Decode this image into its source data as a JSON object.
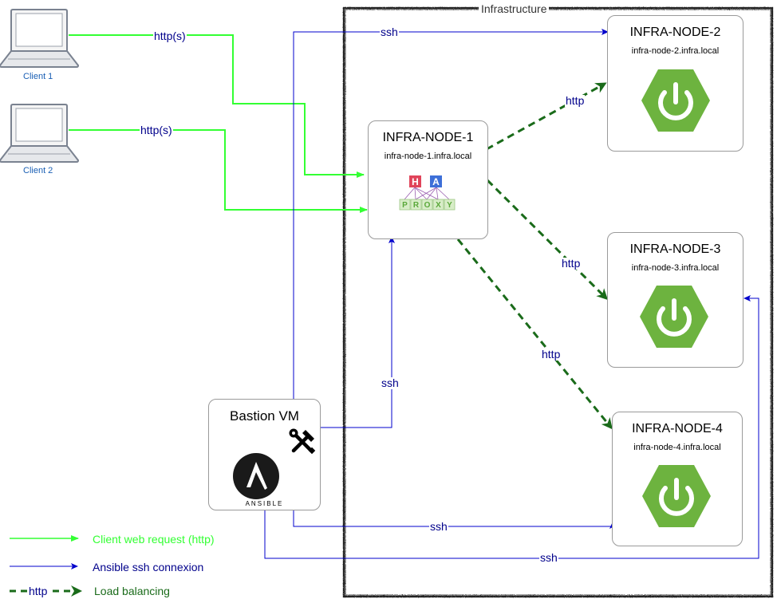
{
  "infrastructure": {
    "title": "Infrastructure"
  },
  "clients": [
    {
      "label": "Client 1"
    },
    {
      "label": "Client 2"
    }
  ],
  "nodes": {
    "node1": {
      "title": "INFRA-NODE-1",
      "host": "infra-node-1.infra.local"
    },
    "node2": {
      "title": "INFRA-NODE-2",
      "host": "infra-node-2.infra.local"
    },
    "node3": {
      "title": "INFRA-NODE-3",
      "host": "infra-node-3.infra.local"
    },
    "node4": {
      "title": "INFRA-NODE-4",
      "host": "infra-node-4.infra.local"
    }
  },
  "bastion": {
    "title": "Bastion VM",
    "ansible_label": "ANSIBLE"
  },
  "haproxy": {
    "letters_top": [
      "H",
      "A"
    ],
    "letters_bottom": [
      "P",
      "R",
      "O",
      "X",
      "Y"
    ]
  },
  "edges": {
    "client1_https": "http(s)",
    "client2_https": "http(s)",
    "ssh_node2": "ssh",
    "ssh_node1": "ssh",
    "ssh_node4": "ssh",
    "ssh_node3": "ssh",
    "lb_node2": "http",
    "lb_node3": "http",
    "lb_node4": "http"
  },
  "legend": {
    "client": "Client web request (http)",
    "ssh": "Ansible ssh connexion",
    "lb_inline": "http",
    "lb": "Load balancing"
  },
  "colors": {
    "client_line": "#33ff33",
    "ssh_line": "#0000cc",
    "lb_line": "#1a6b1a",
    "spring_green": "#6db33f",
    "haproxy_red": "#e0445a",
    "haproxy_blue": "#3d6fd8",
    "haproxy_green": "#6dbf45"
  }
}
